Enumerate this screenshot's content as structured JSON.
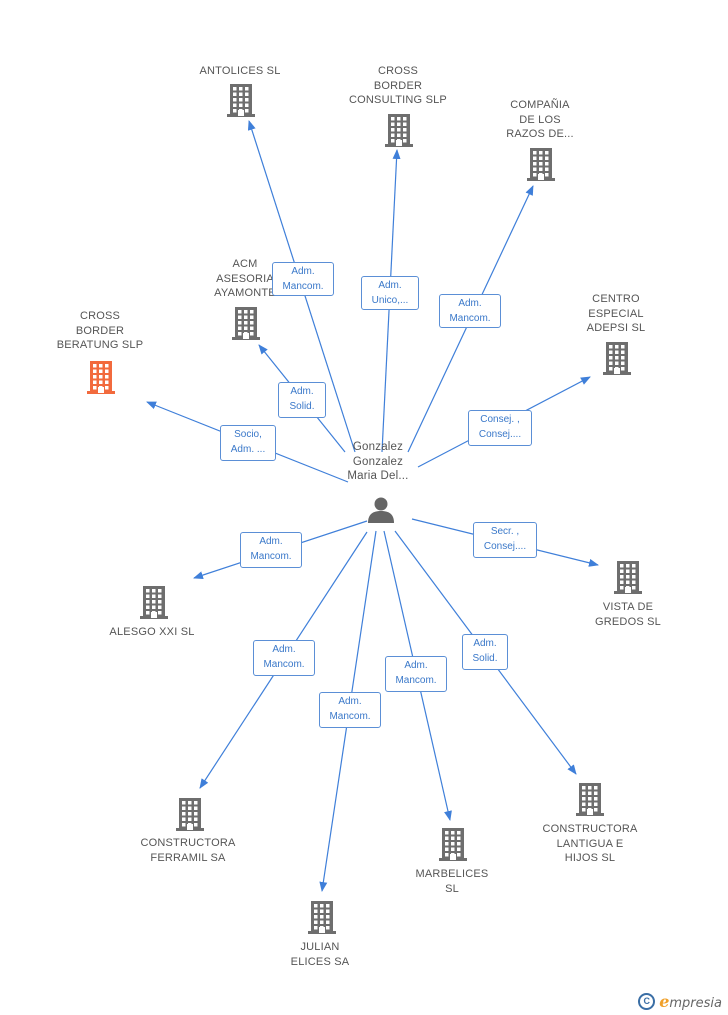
{
  "center": {
    "name": "Gonzalez\nGonzalez\nMaria Del..."
  },
  "companies": {
    "antolices": {
      "name": "ANTOLICES SL"
    },
    "cross_consulting": {
      "name": "CROSS\nBORDER\nCONSULTING SLP"
    },
    "compania": {
      "name": "COMPAÑIA\nDE LOS\nRAZOS DE..."
    },
    "acm": {
      "name": "ACM\nASESORIA\nAYAMONTE"
    },
    "cross_beratung": {
      "name": "CROSS\nBORDER\nBERATUNG SLP"
    },
    "centro": {
      "name": "CENTRO\nESPECIAL\nADEPSI SL"
    },
    "vista": {
      "name": "VISTA DE\nGREDOS SL"
    },
    "alesgo": {
      "name": "ALESGO XXI  SL"
    },
    "ferramil": {
      "name": "CONSTRUCTORA\nFERRAMIL SA"
    },
    "julian": {
      "name": "JULIAN\nELICES SA"
    },
    "marbelices": {
      "name": "MARBELICES\nSL"
    },
    "lantigua": {
      "name": "CONSTRUCTORA\nLANTIGUA E\nHIJOS SL"
    }
  },
  "relations": {
    "antolices": "Adm.\nMancom.",
    "cross_consulting": "Adm.\nUnico,...",
    "compania": "Adm.\nMancom.",
    "acm": "Adm.\nSolid.",
    "cross_beratung": "Socio,\nAdm. ...",
    "centro": "Consej. ,\nConsej....",
    "vista": "Secr. ,\nConsej....",
    "alesgo": "Adm.\nMancom.",
    "ferramil": "Adm.\nMancom.",
    "julian": "Adm.\nMancom.",
    "marbelices": "Adm.\nMancom.",
    "lantigua": "Adm.\nSolid."
  },
  "colors": {
    "edge": "#3f7fd9",
    "building": "#6e6e6e",
    "highlight": "#f26a3d"
  },
  "footer": {
    "copyright_symbol": "C",
    "brand_e": "e",
    "brand_rest": "mpresia"
  }
}
